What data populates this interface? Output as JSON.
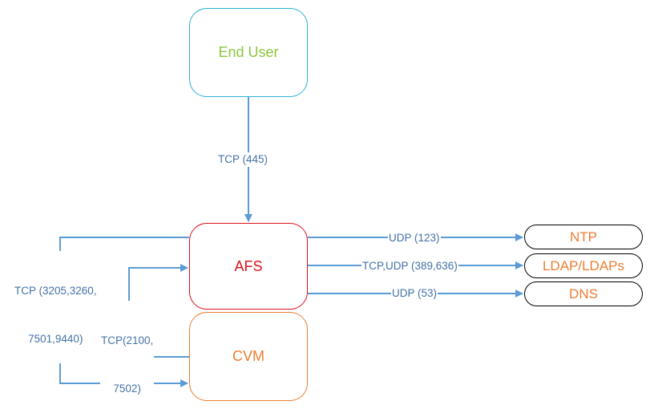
{
  "colors": {
    "end_user_border": "#2ab0d8",
    "end_user_text": "#8cc63f",
    "afs_border": "#e0101a",
    "afs_text": "#e0101a",
    "cvm_border": "#ed7d31",
    "cvm_text": "#ed7d31",
    "service_text": "#ed7d31",
    "arrow": "#5b9bd5",
    "label_text": "#4472a8"
  },
  "nodes": {
    "end_user": "End User",
    "afs": "AFS",
    "cvm": "CVM",
    "ntp": "NTP",
    "ldap": "LDAP/LDAPs",
    "dns": "DNS"
  },
  "edges": {
    "end_user_to_afs": "TCP (445)",
    "afs_to_ntp": "UDP (123)",
    "afs_to_ldap": "TCP,UDP (389,636)",
    "afs_to_dns": "UDP (53)",
    "afs_to_cvm_line1": "TCP (3205,3260,",
    "afs_to_cvm_line2": "7501,9440)",
    "cvm_to_afs_line1": "TCP(2100,",
    "cvm_to_afs_line2": "7502)"
  }
}
